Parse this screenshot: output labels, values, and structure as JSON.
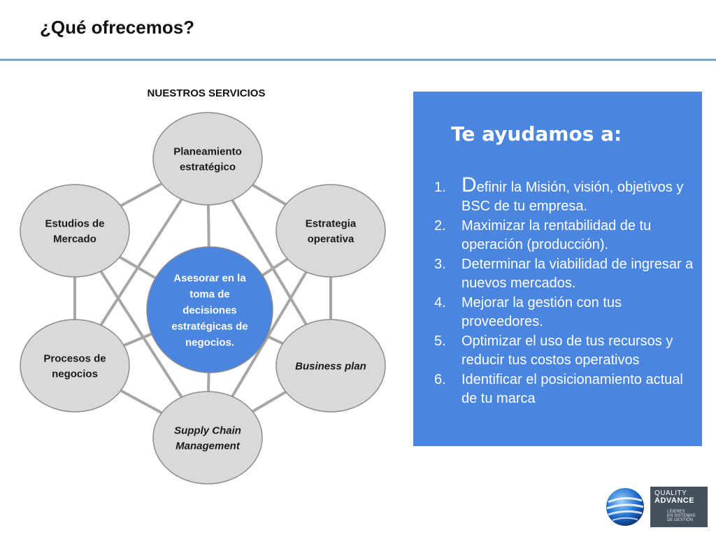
{
  "header": {
    "title": "¿Qué ofrecemos?"
  },
  "services": {
    "heading": "NUESTROS SERVICIOS",
    "center": [
      "Asesorar en la",
      "toma de",
      "decisiones",
      "estratégicas de",
      "negocios."
    ],
    "nodes": [
      {
        "id": "planeamiento",
        "lines": [
          "Planeamiento",
          "estratégico"
        ],
        "italic": false
      },
      {
        "id": "estrategia",
        "lines": [
          "Estrategia",
          "operativa"
        ],
        "italic": false
      },
      {
        "id": "business",
        "lines": [
          "Business plan"
        ],
        "italic": true
      },
      {
        "id": "supply",
        "lines": [
          "Supply Chain",
          "Management"
        ],
        "italic": true
      },
      {
        "id": "procesos",
        "lines": [
          "Procesos de",
          "negocios"
        ],
        "italic": false
      },
      {
        "id": "estudios",
        "lines": [
          "Estudios de",
          "Mercado"
        ],
        "italic": false
      }
    ]
  },
  "help": {
    "title": "Te ayudamos a:",
    "items": [
      {
        "num": "1.",
        "first": "D",
        "text": "efinir la Misión, visión, objetivos y BSC de tu empresa."
      },
      {
        "num": "2.",
        "text": "Maximizar la rentabilidad de tu operación (producción)."
      },
      {
        "num": "3.",
        "text": "Determinar la viabilidad de ingresar a nuevos mercados."
      },
      {
        "num": "4.",
        "text": "Mejorar la gestión con tus proveedores."
      },
      {
        "num": "5.",
        "text": "Optimizar el uso de tus recursos y reducir  tus costos operativos"
      },
      {
        "num": "6.",
        "text": "Identificar el posicionamiento actual de tu marca"
      }
    ]
  },
  "logo": {
    "line1": "QUALITY",
    "line2": "ADVANCE",
    "tagline": [
      "LÍDERES",
      "EN SISTEMAS",
      "DE GESTIÓN"
    ]
  },
  "colors": {
    "panel": "#4a85e0",
    "center_fill": "#4a85e0",
    "node_fill": "#d9d9d9",
    "connector": "#a6a6a6",
    "rule": "#7aa2cf"
  }
}
